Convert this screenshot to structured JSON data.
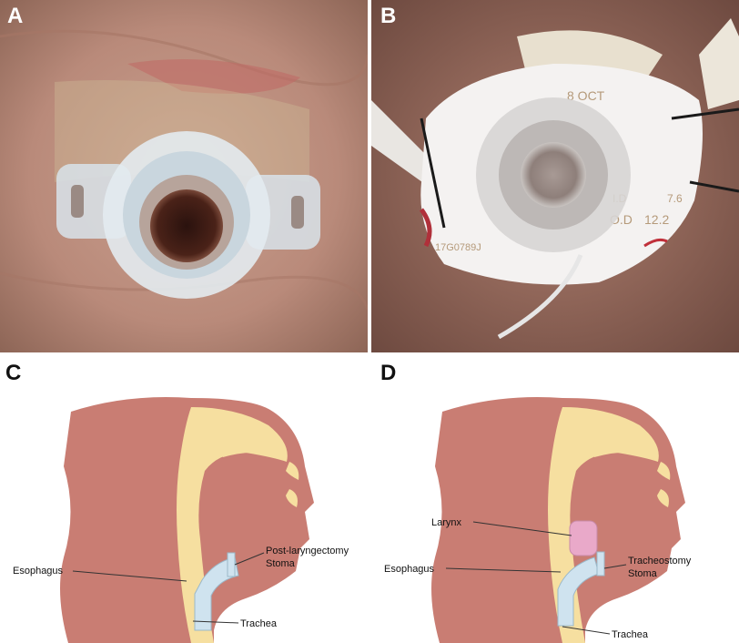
{
  "panels": {
    "a": {
      "letter": "A"
    },
    "b": {
      "letter": "B",
      "device_text": {
        "date": "8 OCT",
        "id": "I.D",
        "id_value": "7.6",
        "od": "O.D",
        "od_value": "12.2",
        "lot": "17G0789J"
      }
    },
    "c": {
      "letter": "C",
      "labels": {
        "esophagus": "Esophagus",
        "stoma_line1": "Post-laryngectomy",
        "stoma_line2": "Stoma",
        "trachea": "Trachea"
      }
    },
    "d": {
      "letter": "D",
      "labels": {
        "larynx": "Larynx",
        "esophagus": "Esophagus",
        "stoma_line1": "Tracheostomy",
        "stoma_line2": "Stoma",
        "trachea": "Trachea"
      }
    }
  },
  "colors": {
    "tissue": "#c97d73",
    "airway_esophagus": "#f6dfa0",
    "tube": "#cfe3ef",
    "larynx": "#e9a9c9",
    "background": "#ffffff"
  }
}
